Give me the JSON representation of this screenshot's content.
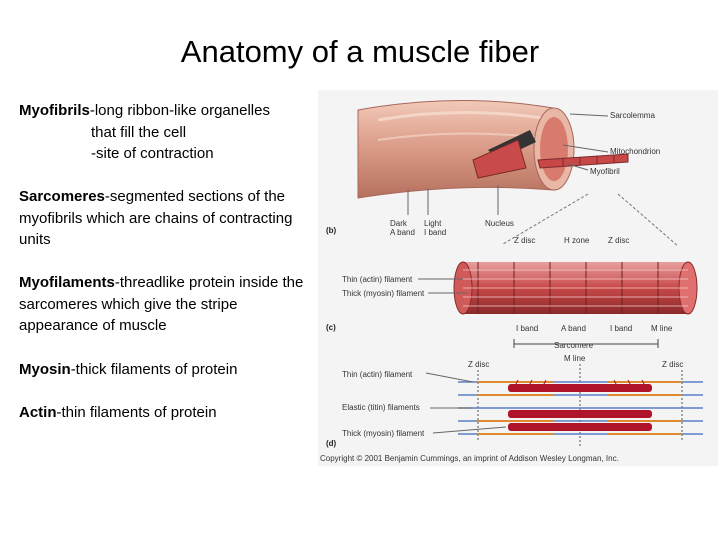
{
  "title": "Anatomy of a muscle fiber",
  "bullets": [
    {
      "term": "Myofibrils",
      "text": "-long ribbon-like organelles",
      "extra": [
        "that fill the cell",
        "-site of contraction"
      ]
    },
    {
      "term": "Sarcomeres",
      "text": "-segmented sections of the myofibrils which are chains of contracting units"
    },
    {
      "term": "Myofilaments",
      "text": "-threadlike protein inside the sarcomeres which give the stripe appearance of muscle"
    },
    {
      "term": "Myosin",
      "text": "-thick filaments of protein"
    },
    {
      "term": "Actin",
      "text": "-thin filaments of protein"
    }
  ],
  "figure": {
    "labels": {
      "sarcolemma": "Sarcolemma",
      "mitochondrion": "Mitochondrion",
      "myofibril": "Myofibril",
      "b": "(b)",
      "dark_a_band_1": "Dark",
      "dark_a_band_2": "A band",
      "light_i_band_1": "Light",
      "light_i_band_2": "I band",
      "nucleus": "Nucleus",
      "z_disc_1": "Z disc",
      "h_zone": "H zone",
      "z_disc_2": "Z disc",
      "thin_filament": "Thin (actin) filament",
      "thick_filament": "Thick (myosin) filament",
      "c": "(c)",
      "i_band_1": "I band",
      "a_band": "A band",
      "i_band_2": "I band",
      "m_line": "M line",
      "sarcomere": "Sarcomere",
      "m_line_d": "M line",
      "z_disc_d1": "Z disc",
      "z_disc_d2": "Z disc",
      "thin_filament_d": "Thin (actin) filament",
      "elastic_filaments": "Elastic (titin) filaments",
      "thick_filament_d": "Thick (myosin) filament",
      "d": "(d)",
      "copyright": "Copyright © 2001 Benjamin Cummings, an imprint of Addison Wesley Longman, Inc."
    }
  }
}
